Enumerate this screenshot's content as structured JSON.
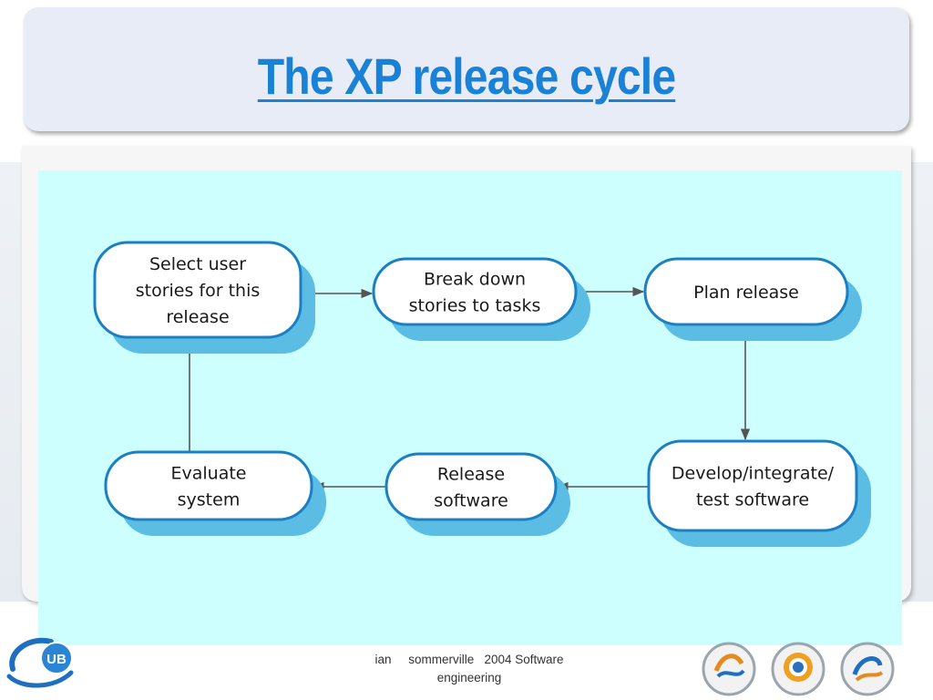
{
  "slide": {
    "title": "The XP release cycle"
  },
  "diagram": {
    "nodes": [
      {
        "id": "select",
        "lines": [
          "Select user",
          "stories for this",
          "release"
        ]
      },
      {
        "id": "breakdown",
        "lines": [
          "Break down",
          "stories to tasks"
        ]
      },
      {
        "id": "plan",
        "lines": [
          "Plan release"
        ]
      },
      {
        "id": "develop",
        "lines": [
          "Develop/integrate/",
          "test software"
        ]
      },
      {
        "id": "release",
        "lines": [
          "Release",
          "software"
        ]
      },
      {
        "id": "evaluate",
        "lines": [
          "Evaluate",
          "system"
        ]
      }
    ],
    "edges": [
      {
        "from": "select",
        "to": "breakdown"
      },
      {
        "from": "breakdown",
        "to": "plan"
      },
      {
        "from": "plan",
        "to": "develop"
      },
      {
        "from": "develop",
        "to": "release"
      },
      {
        "from": "release",
        "to": "evaluate"
      },
      {
        "from": "evaluate",
        "to": "select"
      }
    ],
    "colors": {
      "box_fill": "#ffffff",
      "box_border": "#1c7fc2",
      "box_shadow": "#5bbce4",
      "arrow": "#555555",
      "background": "#ccfffe"
    }
  },
  "footer": {
    "line1": "ian     sommerville   2004 Software",
    "line2": "engineering"
  },
  "logos": {
    "left": "UB",
    "right": [
      "informatika-logo",
      "c-logo",
      "sistem-informasi-logo"
    ]
  }
}
